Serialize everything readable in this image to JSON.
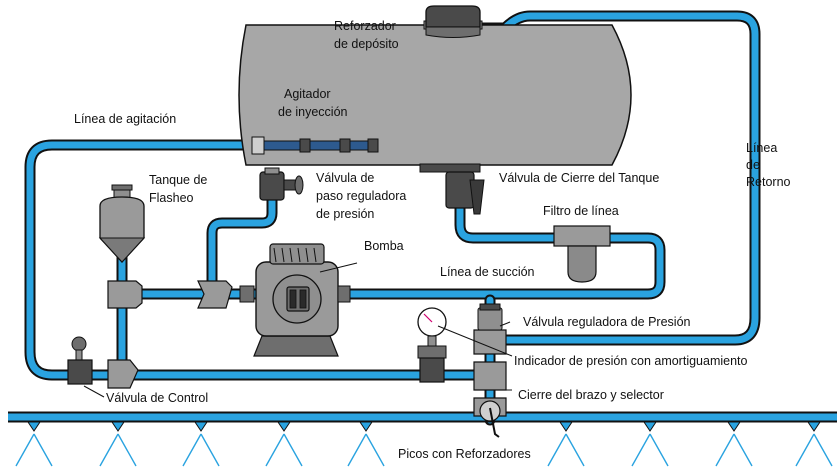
{
  "labels": {
    "reforzador_deposito_l1": "Reforzador",
    "reforzador_deposito_l2": "de depósito",
    "agitador_l1": "Agitador",
    "agitador_l2": "de inyección",
    "linea_agitacion": "Línea de agitación",
    "tanque_flasheo_l1": "Tanque de",
    "tanque_flasheo_l2": "Flasheo",
    "valvula_paso_l1": "Válvula de",
    "valvula_paso_l2": "paso reguladora",
    "valvula_paso_l3": "de presión",
    "valvula_cierre_tanque": "Válvula de Cierre del Tanque",
    "linea_retorno_l1": "Línea",
    "linea_retorno_l2": "de",
    "linea_retorno_l3": "Retorno",
    "filtro_linea": "Filtro de línea",
    "bomba": "Bomba",
    "linea_succion": "Línea de succión",
    "valvula_reguladora_presion": "Válvula reguladora de Presión",
    "indicador_presion": "Indicador de presión con amortiguamiento",
    "cierre_brazo": "Cierre del brazo y selector",
    "valvula_control": "Válvula de Control",
    "picos_reforzadores": "Picos con Reforzadores"
  },
  "colors": {
    "pipe": "#2aa3e0",
    "outline": "#111111",
    "tank": "#a7a7a7",
    "component": "#8f8f8f",
    "dark_component": "#4a4a4a",
    "agitator": "#2d5a8f"
  }
}
